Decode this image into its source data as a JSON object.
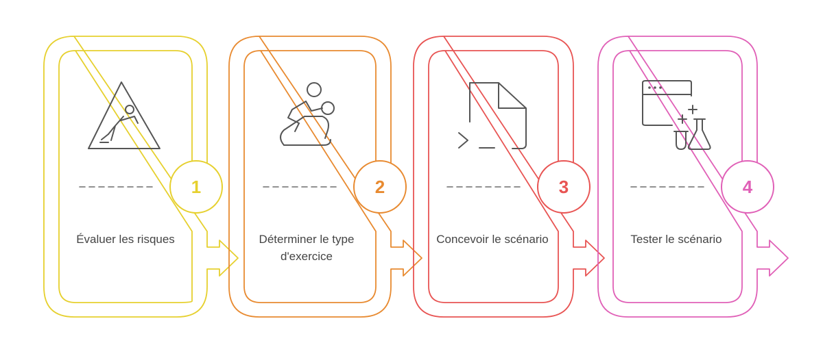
{
  "steps": [
    {
      "number": "1",
      "label": "Évaluer les risques",
      "color": "#E6D02E",
      "icon": "falling-hazard-warning-icon"
    },
    {
      "number": "2",
      "label": "Déterminer le type d'exercice",
      "color": "#E88A30",
      "icon": "exercise-bike-rider-icon"
    },
    {
      "number": "3",
      "label": "Concevoir le scénario",
      "color": "#E85453",
      "icon": "script-file-terminal-icon"
    },
    {
      "number": "4",
      "label": "Tester le scénario",
      "color": "#E060B7",
      "icon": "browser-lab-test-icon"
    }
  ]
}
